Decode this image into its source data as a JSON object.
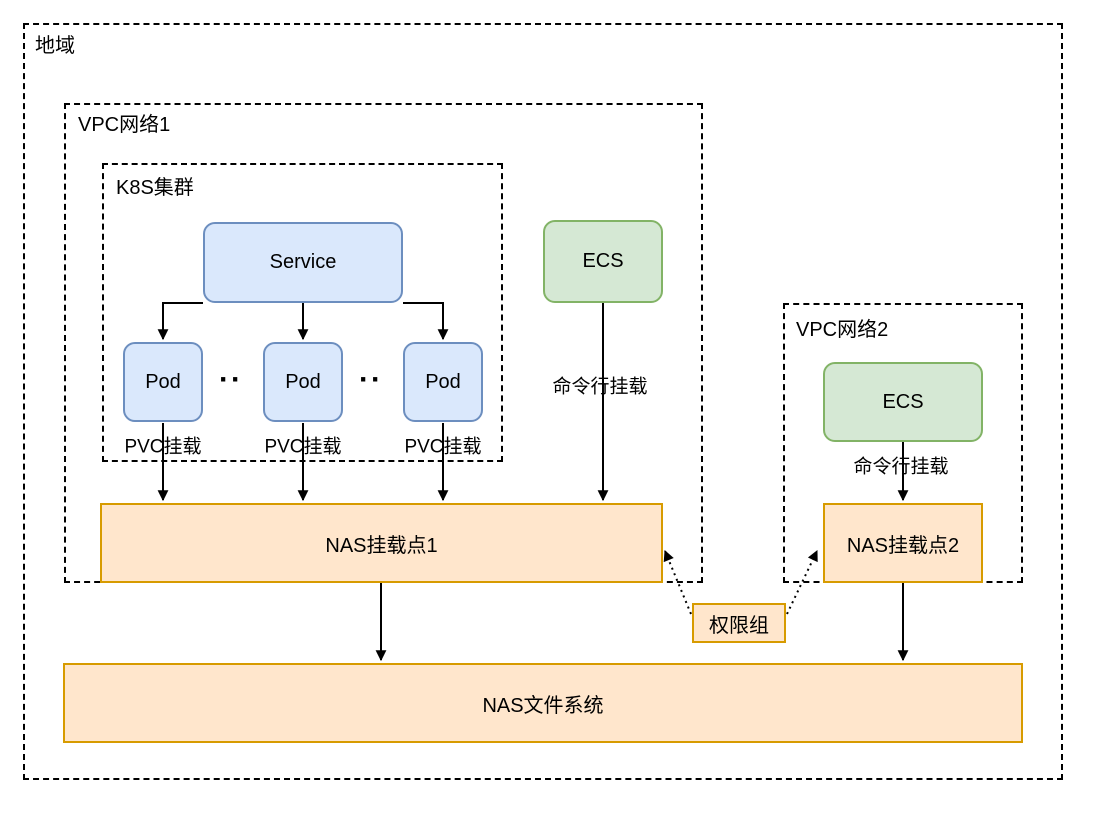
{
  "diagram": {
    "region_label": "地域",
    "vpc1_label": "VPC网络1",
    "k8s_label": "K8S集群",
    "service_label": "Service",
    "pods": [
      {
        "label": "Pod"
      },
      {
        "label": "Pod"
      },
      {
        "label": "Pod"
      }
    ],
    "pod_ellipsis": "··",
    "pvc_mounts": [
      {
        "label": "PVC挂载"
      },
      {
        "label": "PVC挂载"
      },
      {
        "label": "PVC挂载"
      }
    ],
    "ecs_vpc1_label": "ECS",
    "cmdline_mount_vpc1": "命令行挂载",
    "vpc2_label": "VPC网络2",
    "ecs_vpc2_label": "ECS",
    "cmdline_mount_vpc2": "命令行挂载",
    "nas_mountpoint1_label": "NAS挂载点1",
    "nas_mountpoint2_label": "NAS挂载点2",
    "permission_group_label": "权限组",
    "nas_filesystem_label": "NAS文件系统",
    "colors": {
      "node_blue_fill": "#dae8fc",
      "node_blue_border": "#6c8ebf",
      "node_green_fill": "#d5e8d4",
      "node_green_border": "#82b366",
      "node_orange_fill": "#ffe6cc",
      "node_orange_border": "#d79b00",
      "line_color": "#000000"
    }
  }
}
